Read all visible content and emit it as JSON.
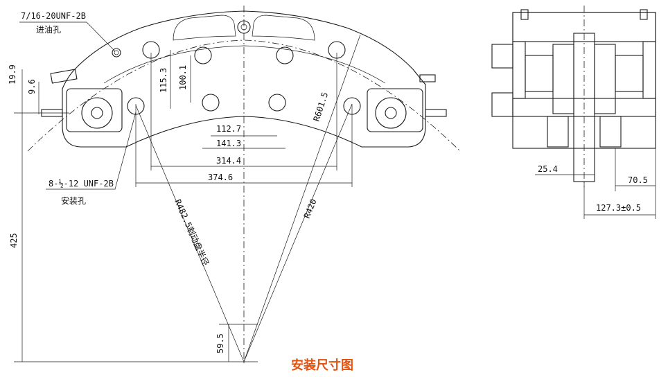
{
  "title": "安装尺寸图",
  "colors": {
    "line": "#1a1a1a",
    "title": "#e8500e",
    "background": "#ffffff"
  },
  "callouts": {
    "oil_port_thread": "7/16-20UNF-2B",
    "oil_port_label": "进油孔",
    "mount_holes_thread": "8-½-12 UNF-2B",
    "mount_holes_label": "安装孔"
  },
  "dimensions": {
    "d_19_9": "19.9",
    "d_9_6": "9.6",
    "d_115_3": "115.3",
    "d_100_1": "100.1",
    "d_112_7": "112.7",
    "d_141_3": "141.3",
    "d_314_4": "314.4",
    "d_374_6": "374.6",
    "r_601_5": "R601.5",
    "r_482_5": "R482.5制动盘半径",
    "r_420": "R420",
    "d_425": "425",
    "d_59_5": "59.5",
    "d_25_4": "25.4",
    "d_70_5": "70.5",
    "d_127_3": "127.3±0.5"
  }
}
